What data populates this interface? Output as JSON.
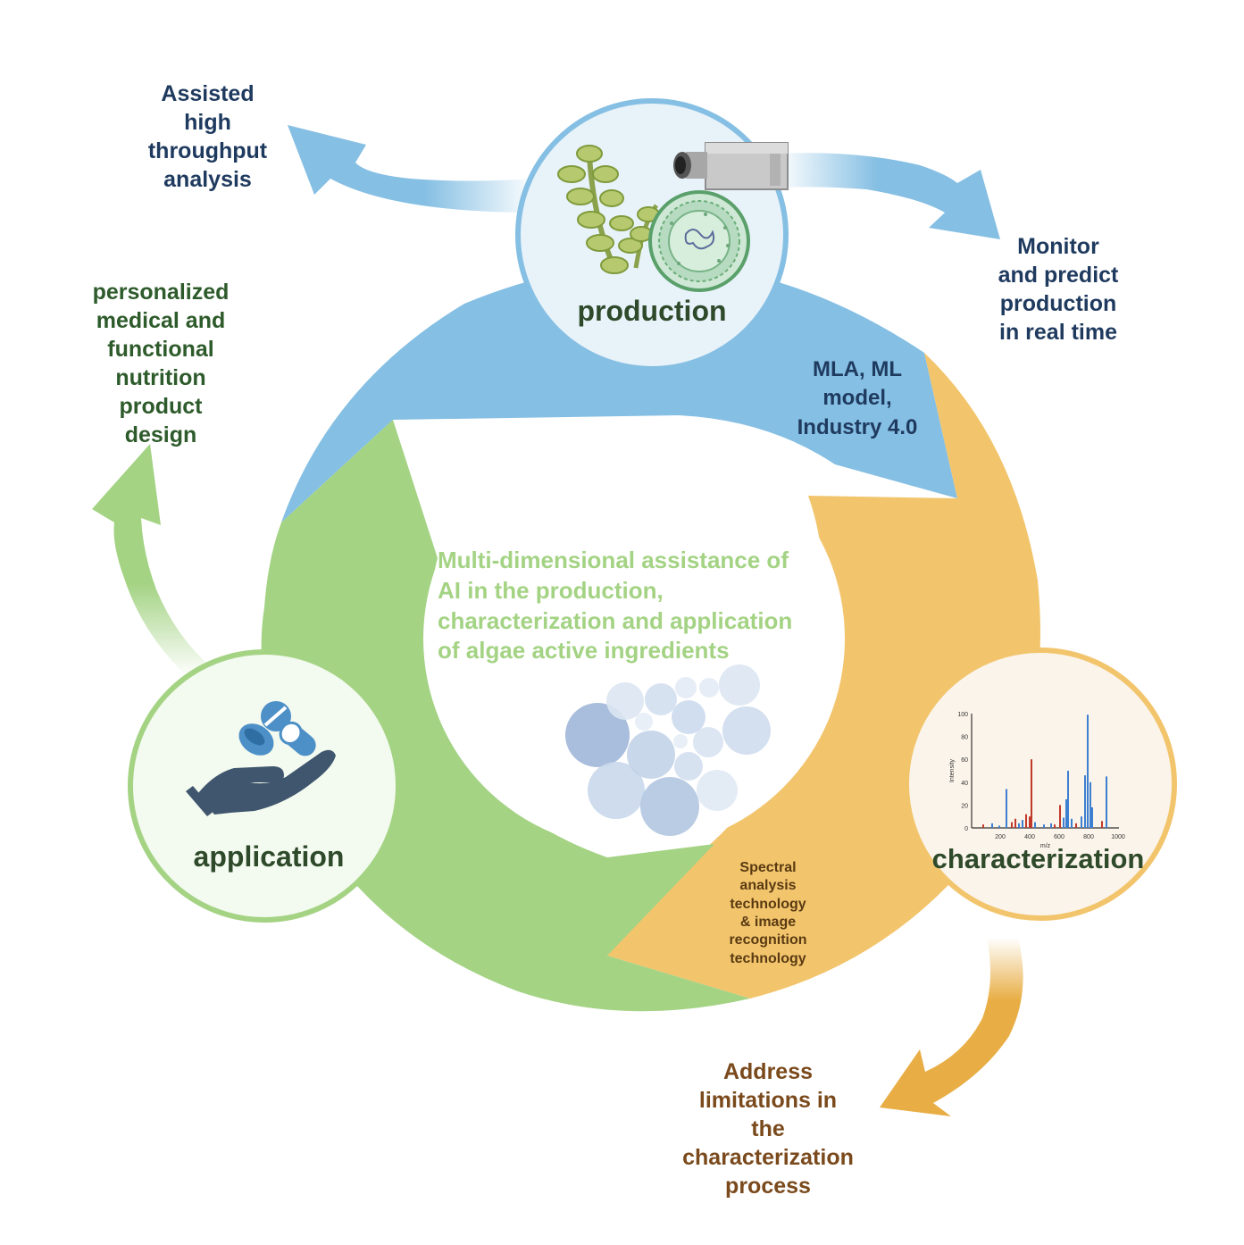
{
  "center": {
    "text": "Multi-dimensional assistance of\nAI in the production,\ncharacterization and application\nof algae active ingredients"
  },
  "nodes": {
    "production": {
      "title": "production"
    },
    "characterization": {
      "title": "characterization"
    },
    "application": {
      "title": "application"
    }
  },
  "ring_labels": {
    "blue": "MLA, ML\nmodel,\nIndustry 4.0",
    "orange": "Spectral\nanalysis\ntechnology\n& image\nrecognition\ntechnology"
  },
  "outer_labels": {
    "top_left": "Assisted\nhigh\nthroughput\nanalysis",
    "top_right": "Monitor\nand predict\nproduction\nin real time",
    "left": "personalized\nmedical and\nfunctional\nnutrition\nproduct\ndesign",
    "bottom": "Address\nlimitations in\nthe\ncharacterization\nprocess"
  },
  "spectrum": {
    "ylabel": "Intensity",
    "xlabel": "m/z",
    "yticks": [
      "0",
      "20",
      "40",
      "60",
      "80",
      "100"
    ],
    "xticks": [
      "200",
      "400",
      "600",
      "800",
      "1000"
    ]
  },
  "colors": {
    "blue": "#85bfe3",
    "orange": "#f2c56d",
    "green": "#a4d384",
    "navy": "#1f3a5f",
    "dark_green": "#2e5b2b",
    "brown": "#7a4a1c"
  },
  "icons": {
    "production": "algae-and-camera-icon",
    "characterization": "mass-spectrum-icon",
    "application": "hand-with-pills-icon",
    "center": "bubbles-icon"
  }
}
